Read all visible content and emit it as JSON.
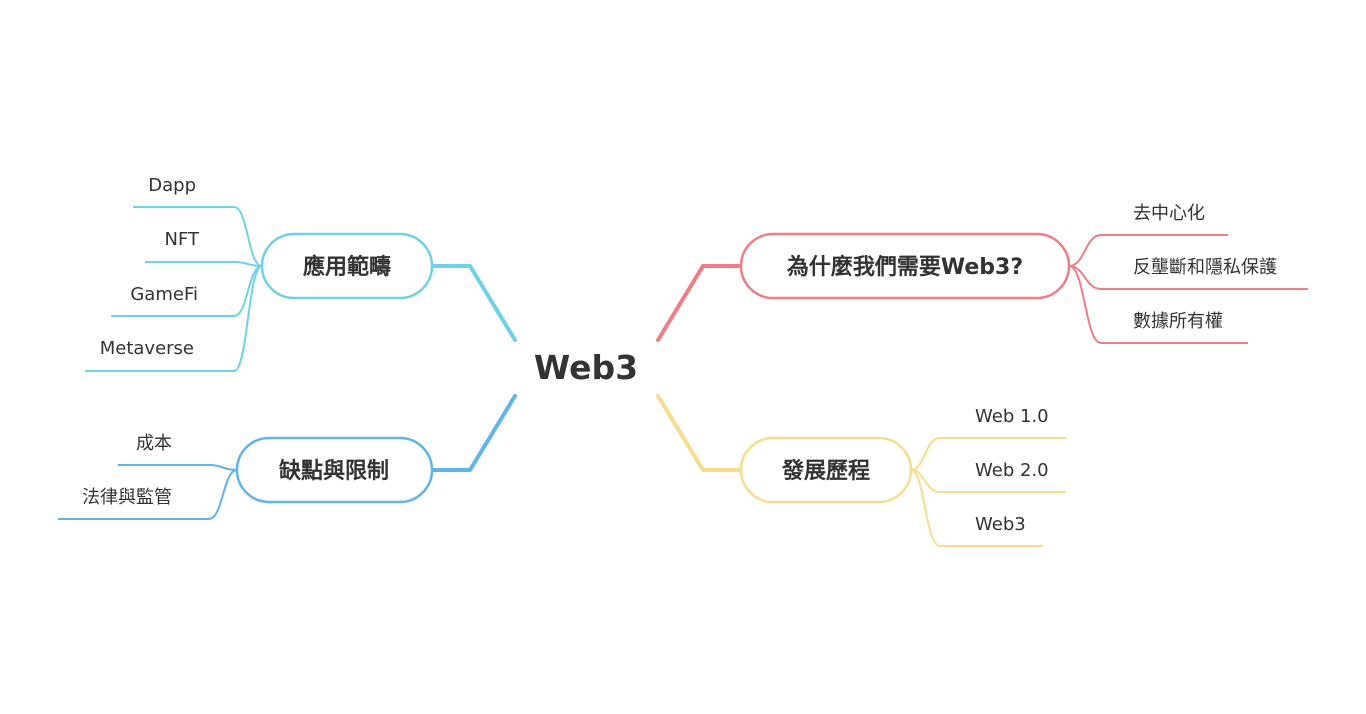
{
  "root": {
    "label": "Web3"
  },
  "branches": [
    {
      "id": "why",
      "label": "為什麼我們需要Web3?",
      "color": "#ee7d84",
      "children": [
        "去中心化",
        "反壟斷和隱私保護",
        "數據所有權"
      ]
    },
    {
      "id": "history",
      "label": "發展歷程",
      "color": "#f8dc8c",
      "children": [
        "Web 1.0",
        "Web 2.0",
        "Web3"
      ]
    },
    {
      "id": "apps",
      "label": "應用範疇",
      "color": "#6fd1e6",
      "children": [
        "Dapp",
        "NFT",
        "GameFi",
        "Metaverse"
      ]
    },
    {
      "id": "limits",
      "label": "缺點與限制",
      "color": "#5fb4ea",
      "children": [
        "成本",
        "法律與監管"
      ]
    }
  ]
}
